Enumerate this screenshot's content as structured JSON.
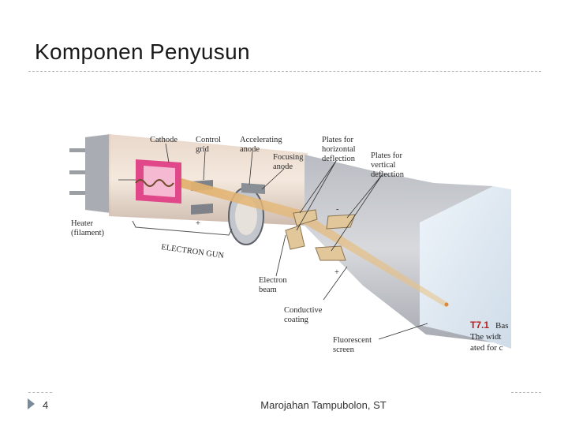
{
  "slide": {
    "title": "Komponen Penyusun",
    "page_number": "4",
    "footer": "Marojahan Tampubolon, ST"
  },
  "diagram": {
    "labels": {
      "cathode": "Cathode",
      "control_grid_1": "Control",
      "control_grid_2": "grid",
      "accel_anode_1": "Accelerating",
      "accel_anode_2": "anode",
      "focus_anode_1": "Focusing",
      "focus_anode_2": "anode",
      "hplates_1": "Plates for",
      "hplates_2": "horizontal",
      "hplates_3": "deflection",
      "vplates_1": "Plates for",
      "vplates_2": "vertical",
      "vplates_3": "deflection",
      "heater_1": "Heater",
      "heater_2": "(filament)",
      "electron_gun": "ELECTRON GUN",
      "electron_beam_1": "Electron",
      "electron_beam_2": "beam",
      "coating_1": "Conductive",
      "coating_2": "coating",
      "screen_1": "Fluorescent",
      "screen_2": "screen",
      "plus_1": "+",
      "plus_2": "+",
      "minus": "-"
    },
    "caption": {
      "number": "T7.1",
      "line1": "Bas",
      "line2": "The widt",
      "line3": "ated for c"
    },
    "colors": {
      "tube_glass": "#c9ccd1",
      "cathode": "#e0488a",
      "beam": "#e9c48a",
      "screen": "#dde8f2"
    }
  }
}
